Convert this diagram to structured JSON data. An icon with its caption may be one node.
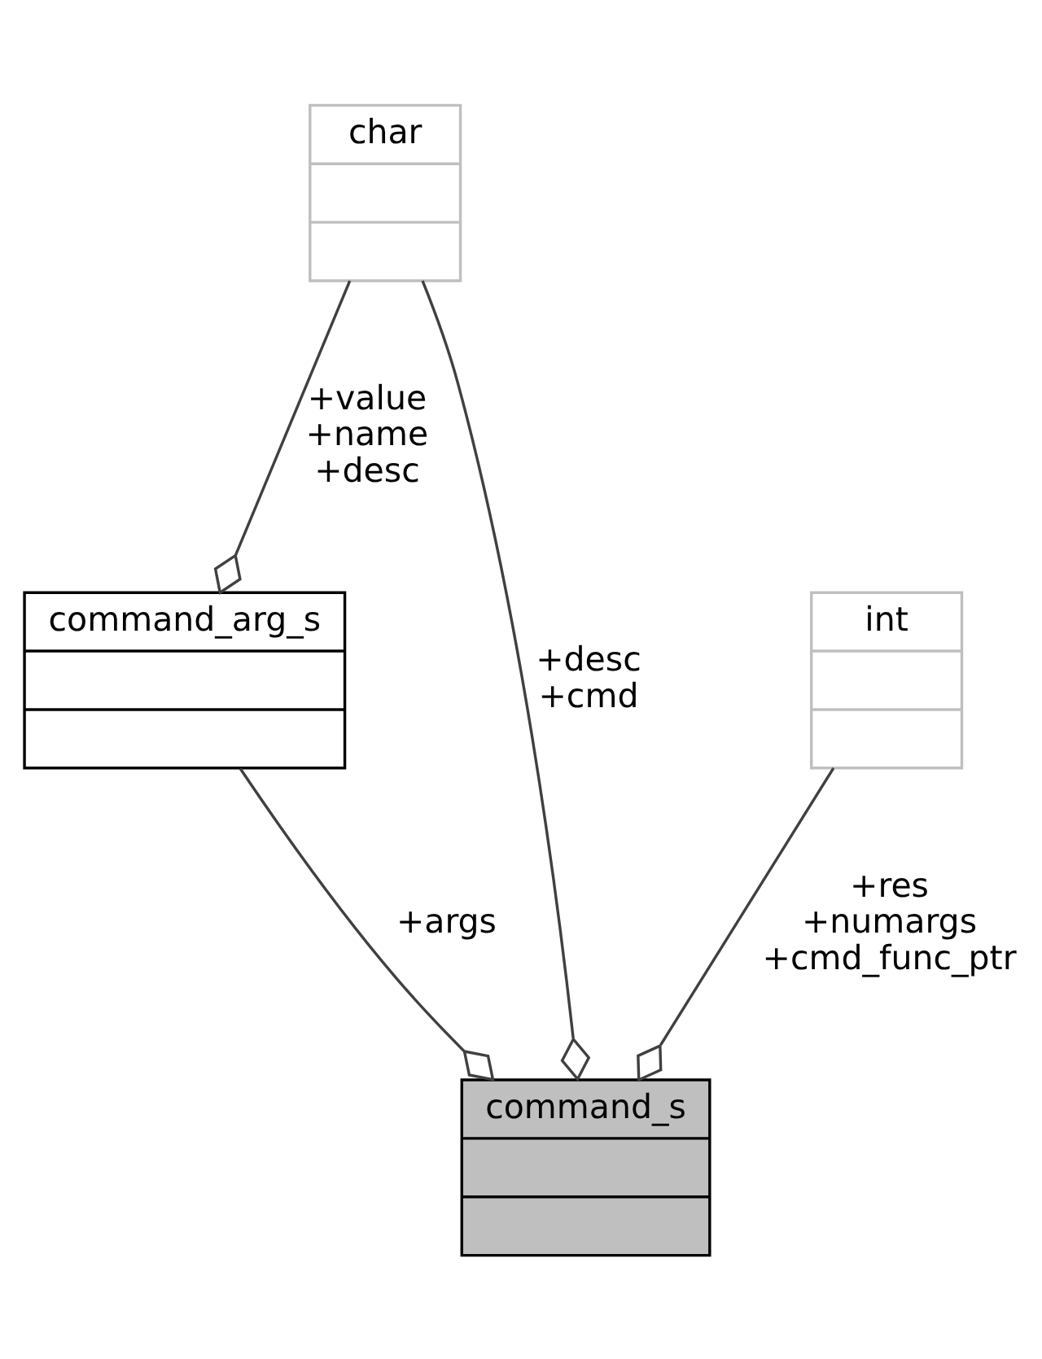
{
  "diagram": {
    "nodes": [
      {
        "text": [
          "char"
        ]
      },
      {
        "text": [
          "command_arg_s"
        ]
      },
      {
        "text": [
          "int"
        ]
      },
      {
        "text": [
          "command_s"
        ]
      }
    ],
    "edges": [
      {
        "from": 0,
        "to": 1,
        "arrow": "other",
        "label": "+value +name +desc"
      },
      {
        "from": 0,
        "to": 3,
        "arrow": "other",
        "label": "+desc +cmd"
      },
      {
        "from": 1,
        "to": 3,
        "arrow": "other",
        "label": "+args"
      },
      {
        "from": 2,
        "to": 3,
        "arrow": "other",
        "label": "+res +numargs +cmd_func_ptr"
      }
    ]
  }
}
